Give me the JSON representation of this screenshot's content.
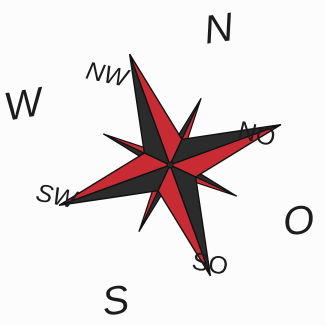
{
  "colors": {
    "background": "#fcfcfc",
    "dark": "#2b2b2b",
    "red": "#c82b34",
    "outline": "#111111"
  },
  "labels": {
    "north": "N",
    "south": "S",
    "west": "W",
    "east": "O",
    "northwest": "NW",
    "northeast": "NO",
    "southwest": "SW",
    "southeast": "SO"
  }
}
